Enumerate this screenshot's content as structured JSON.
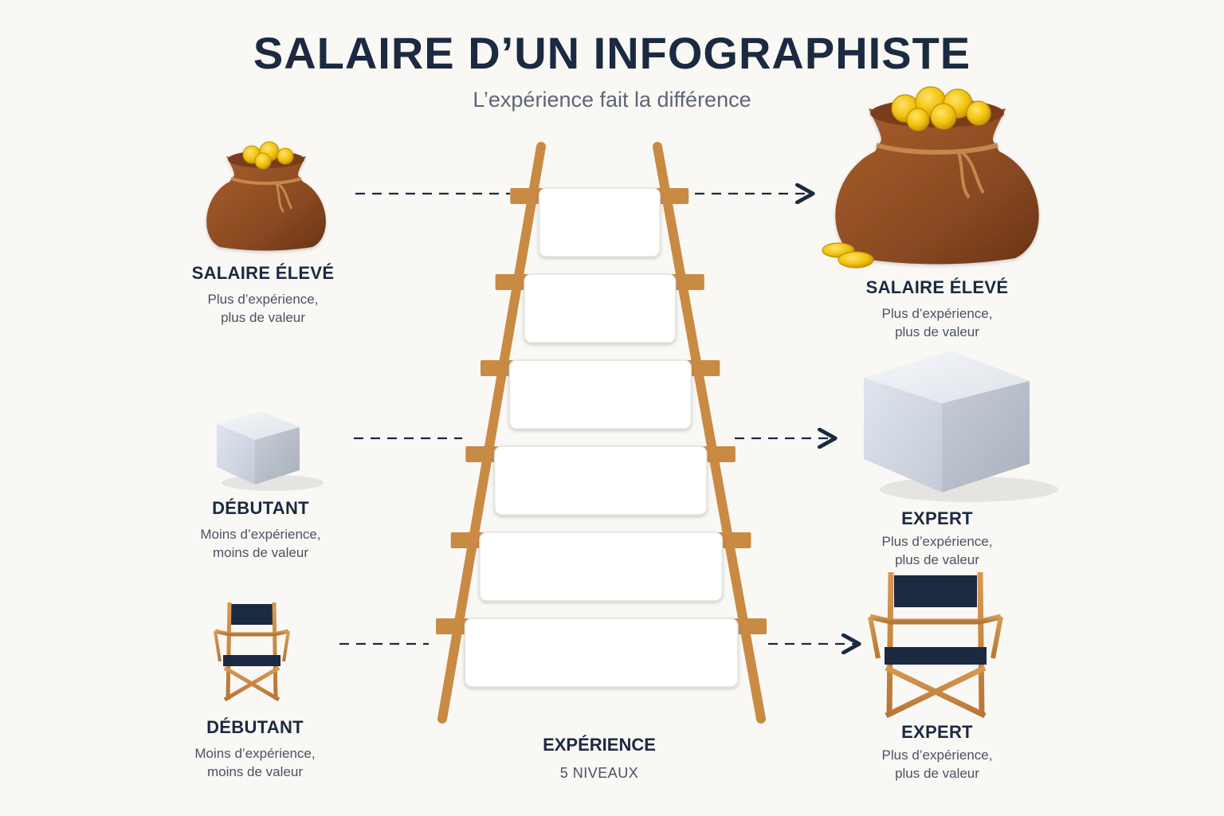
{
  "title": "SALAIRE D’UN INFOGRAPHISTE",
  "subtitle": "L’expérience fait la différence",
  "axis": {
    "title": "EXPÉRIENCE",
    "subtitle": "5 NIVEAUX"
  },
  "ladder": {
    "steps": 6,
    "rung_color": "#c98a44",
    "step_color": "#ffffff"
  },
  "left": [
    {
      "icon": "money-bag-icon",
      "title": "SALAIRE ÉLEVÉ",
      "desc1": "Plus d’expérience,",
      "desc2": "plus de valeur"
    },
    {
      "icon": "cube-icon",
      "title": "DÉBUTANT",
      "desc1": "Moins d’expérience,",
      "desc2": "moins de valeur"
    },
    {
      "icon": "director-chair-icon",
      "title": "DÉBUTANT",
      "desc1": "Moins d’expérience,",
      "desc2": "moins de valeur"
    }
  ],
  "right": [
    {
      "icon": "money-bag-icon",
      "title": "SALAIRE ÉLEVÉ",
      "desc1": "Plus d’expérience,",
      "desc2": "plus de valeur"
    },
    {
      "icon": "cube-icon",
      "title": "EXPERT",
      "desc1": "Plus d’expérience,",
      "desc2": "plus de valeur"
    },
    {
      "icon": "director-chair-icon",
      "title": "EXPERT",
      "desc1": "Plus d’expérience,",
      "desc2": "plus de valeur"
    }
  ],
  "colors": {
    "navy": "#1b2a41",
    "bag": "#8b4a22",
    "gold": "#f2c20c",
    "wood": "#c98a44",
    "cube": "#d9dee6"
  }
}
